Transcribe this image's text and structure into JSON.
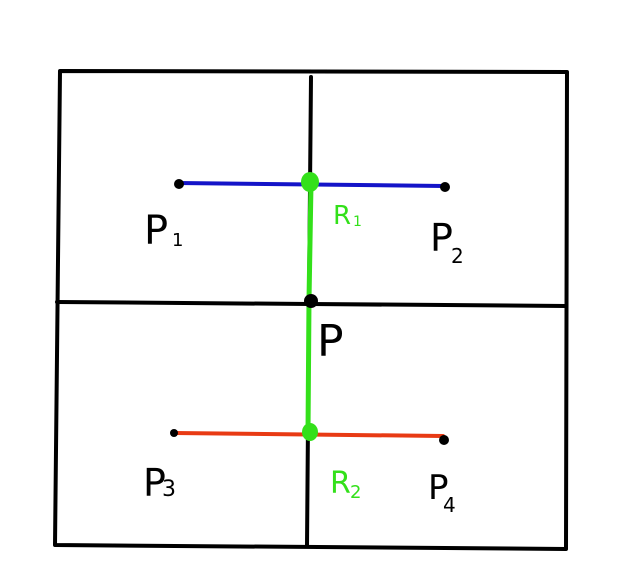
{
  "labels": {
    "p1": "P",
    "p1_sub": "1",
    "p2": "P",
    "p2_sub": "2",
    "p3": "P",
    "p3_sub": "3",
    "p4": "P",
    "p4_sub": "4",
    "p": "P",
    "r1": "R",
    "r1_sub": "1",
    "r2": "R",
    "r2_sub": "2"
  },
  "colors": {
    "grid": "#000000",
    "top_line": "#1414c8",
    "bottom_line": "#e83a14",
    "interp_line": "#33e01a",
    "label_black": "#000000",
    "label_green": "#33e01a"
  }
}
